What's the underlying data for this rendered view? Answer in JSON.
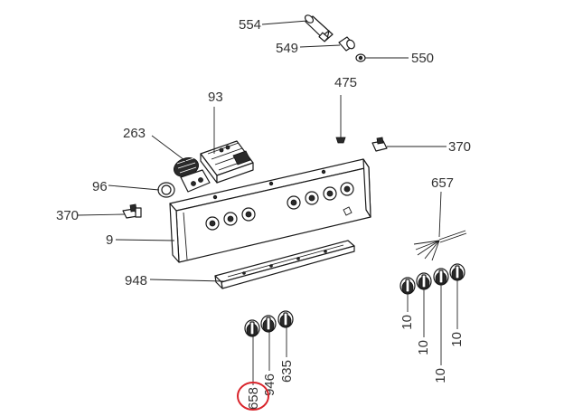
{
  "callouts": {
    "c554": "554",
    "c549": "549",
    "c550": "550",
    "c93": "93",
    "c475": "475",
    "c263": "263",
    "c370a": "370",
    "c96": "96",
    "c370b": "370",
    "c657": "657",
    "c9": "9",
    "c948": "948",
    "c10a": "10",
    "c10b": "10",
    "c10c": "10",
    "c10d": "10",
    "c635": "635",
    "c946": "946",
    "c658": "658"
  },
  "colors": {
    "highlight": "#d9242b",
    "line": "#1a1a1a"
  }
}
